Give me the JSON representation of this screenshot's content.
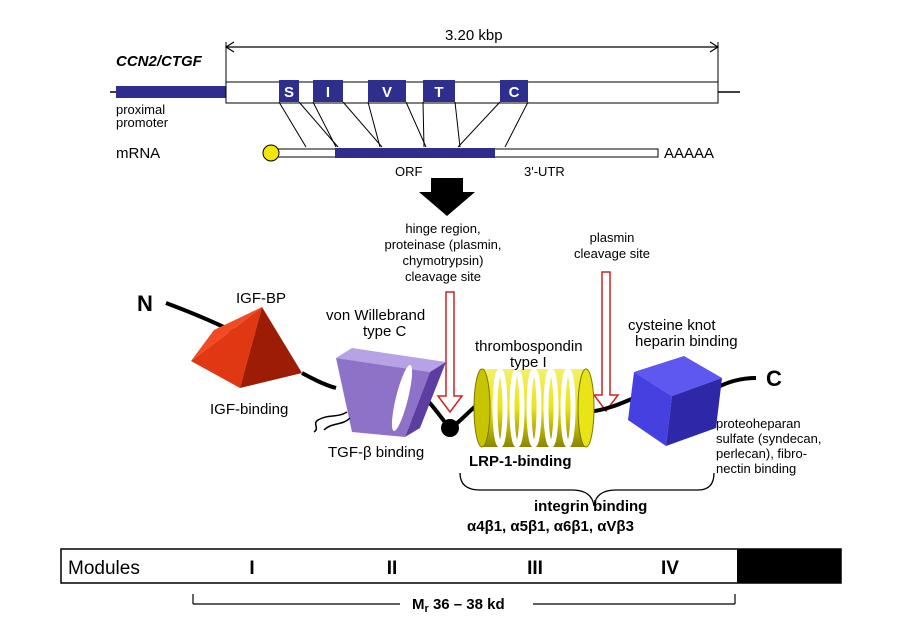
{
  "gene": {
    "name": "CCN2/CTGF",
    "length": "3.20 kbp",
    "promoter": [
      "proximal",
      "promoter"
    ],
    "exons": [
      "S",
      "I",
      "V",
      "T",
      "C"
    ],
    "exon_color": "#2e2e8c"
  },
  "mrna": {
    "label": "mRNA",
    "orf": "ORF",
    "utr": "3'-UTR",
    "polya": "AAAAA",
    "cap_color": "#f5e60a"
  },
  "annotations": {
    "hinge": [
      "hinge region,",
      "proteinase (plasmin,",
      "chymotrypsin)",
      "cleavage site"
    ],
    "plasmin": [
      "plasmin",
      "cleavage site"
    ],
    "n_term": "N",
    "c_term": "C",
    "igfbp": "IGF-BP",
    "igf_binding": "IGF-binding",
    "vwc": [
      "von Willebrand",
      "type C"
    ],
    "tgf": "TGF-β binding",
    "tsp": [
      "thrombospondin",
      "type I"
    ],
    "ck": [
      "cysteine knot",
      "heparin binding"
    ],
    "proteoheparan": [
      "proteoheparan",
      "sulfate (syndecan,",
      "perlecan), fibro-",
      "nectin binding"
    ],
    "lrp": "LRP-1-binding",
    "integrin": "integrin binding",
    "integrin_types": "α4β1, α5β1, α6β1, αVβ3"
  },
  "modules": {
    "label": "Modules",
    "items": [
      "I",
      "II",
      "III",
      "IV"
    ],
    "mass_prefix": "M",
    "mass_sub": "r",
    "mass_value": " 36 – 38 kd"
  },
  "colors": {
    "igfbp": "#d42a0a",
    "vwc": "#8e72c8",
    "tsp": "#e8e418",
    "ck": "#3a34d8",
    "arrow": "#cc2222"
  }
}
